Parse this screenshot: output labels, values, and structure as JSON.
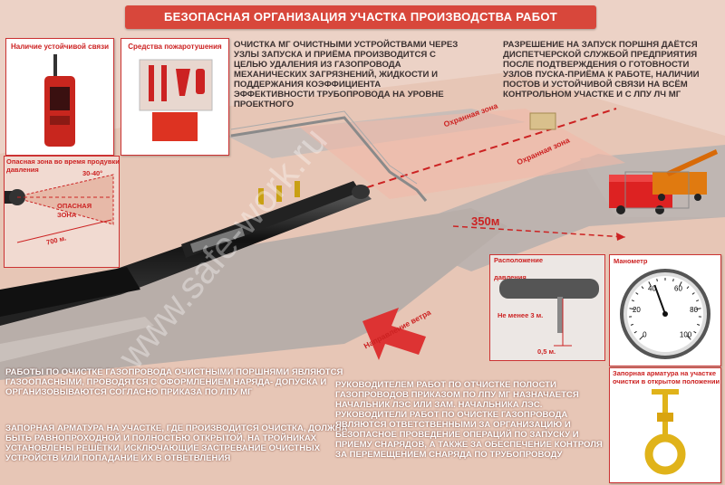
{
  "header": {
    "title": "БЕЗОПАСНАЯ ОРГАНИЗАЦИЯ УЧАСТКА ПРОИЗВОДСТВА РАБОТ"
  },
  "panels": {
    "radio": {
      "label": "Наличие устойчивой связи"
    },
    "fire": {
      "label": "Средства пожаротушения"
    },
    "danger": {
      "title_line1": "Опасная зона во время продувки",
      "title_line2": "давления",
      "angle": "30-40°",
      "zone_line1": "ОПАСНАЯ",
      "zone_line2": "ЗОНА",
      "distance": "700 м."
    },
    "placement": {
      "title_line1": "Расположение",
      "title_line2": "давления",
      "min_dist": "Не менее 3 м.",
      "small_dist": "0,5 м."
    },
    "manometer": {
      "label": "Манометр"
    },
    "valve": {
      "label_line1": "Запорная арматура на участке",
      "label_line2": "очистки в открытом положении"
    }
  },
  "texts": {
    "top_center": "ОЧИСТКА МГ ОЧИСТНЫМИ УСТРОЙСТВАМИ ЧЕРЕЗ УЗЛЫ ЗАПУСКА И ПРИЁМА ПРОИЗВОДИТСЯ С ЦЕЛЬЮ УДАЛЕНИЯ ИЗ ГАЗОПРОВОДА МЕХАНИЧЕСКИХ ЗАГРЯЗНЕНИЙ, ЖИДКОСТИ И ПОДДЕРЖАНИЯ КОЭФФИЦИЕНТА ЭФФЕКТИВНОСТИ ТРУБОПРОВОДА НА УРОВНЕ ПРОЕКТНОГО",
    "top_right": "РАЗРЕШЕНИЕ НА ЗАПУСК ПОРШНЯ ДАЁТСЯ ДИСПЕТЧЕРСКОЙ СЛУЖБОЙ ПРЕДПРИЯТИЯ ПОСЛЕ ПОДТВЕРЖДЕНИЯ О ГОТОВНОСТИ УЗЛОВ ПУСКА-ПРИЁМА К РАБОТЕ, НАЛИЧИИ ПОСТОВ И УСТОЙЧИВОЙ СВЯЗИ НА ВСЁМ КОНТРОЛЬНОМ УЧАСТКЕ И С ЛПУ ЛЧ МГ",
    "bottom_left_1": "РАБОТЫ ПО ОЧИСТКЕ ГАЗОПРОВОДА ОЧИСТНЫМИ ПОРШНЯМИ ЯВЛЯЮТСЯ ГАЗООПАСНЫМИ, ПРОВОДЯТСЯ С ОФОРМЛЕНИЕМ НАРЯДА- ДОПУСКА И ОРГАНИЗОВЫВАЮТСЯ СОГЛАСНО ПРИКАЗА ПО ЛПУ МГ",
    "bottom_left_2": "ЗАПОРНАЯ АРМАТУРА НА УЧАСТКЕ, ГДЕ ПРОИЗВОДИТСЯ ОЧИСТКА, ДОЛЖНА БЫТЬ РАВНОПРОХОДНОЙ И ПОЛНОСТЬЮ ОТКРЫТОЙ, НА ТРОЙНИКАХ УСТАНОВЛЕНЫ РЕШЁТКИ, ИСКЛЮЧАЮЩИЕ ЗАСТРЕВАНИЕ ОЧИСТНЫХ УСТРОЙСТВ ИЛИ ПОПАДАНИЕ ИХ В ОТВЕТВЛЕНИЯ",
    "bottom_center": "РУКОВОДИТЕЛЕМ РАБОТ ПО ОТЧИСТКЕ ПОЛОСТИ ГАЗОПРОВОДОВ ПРИКАЗОМ ПО ЛПУ МГ НАЗНАЧАЕТСЯ НАЧАЛЬНИК ЛЭС ИЛИ ЗАМ. НАЧАЛЬНИКА ЛЭС. РУКОВОДИТЕЛИ РАБОТ ПО ОЧИСТКЕ ГАЗОПРОВОДА ЯВЛЯЮТСЯ ОТВЕТСТВЕННЫМИ ЗА ОРГАНИЗАЦИЮ И БЕЗОПАСНОЕ ПРОВЕДЕНИЕ ОПЕРАЦИЙ ПО ЗАПУСКУ И ПРИЕМУ СНАРЯДОВ, А ТАКЖЕ ЗА ОБЕСПЕЧЕНИЕ КОНТРОЛЯ ЗА ПЕРЕМЕЩЕНИЕМ СНАРЯДА ПО ТРУБОПРОВОДУ"
  },
  "scene": {
    "guard_zone_1": "Охранная зона",
    "guard_zone_2": "Охранная зона",
    "distance_350": "350м",
    "wind": "Направление ветра",
    "watermark": "www.safe-work.ru"
  },
  "gauge_numbers": [
    "0",
    "20",
    "40",
    "60",
    "80",
    "100"
  ],
  "colors": {
    "accent": "#d8473b",
    "ground": "#e9c9ba",
    "road": "#b9b2b0"
  }
}
